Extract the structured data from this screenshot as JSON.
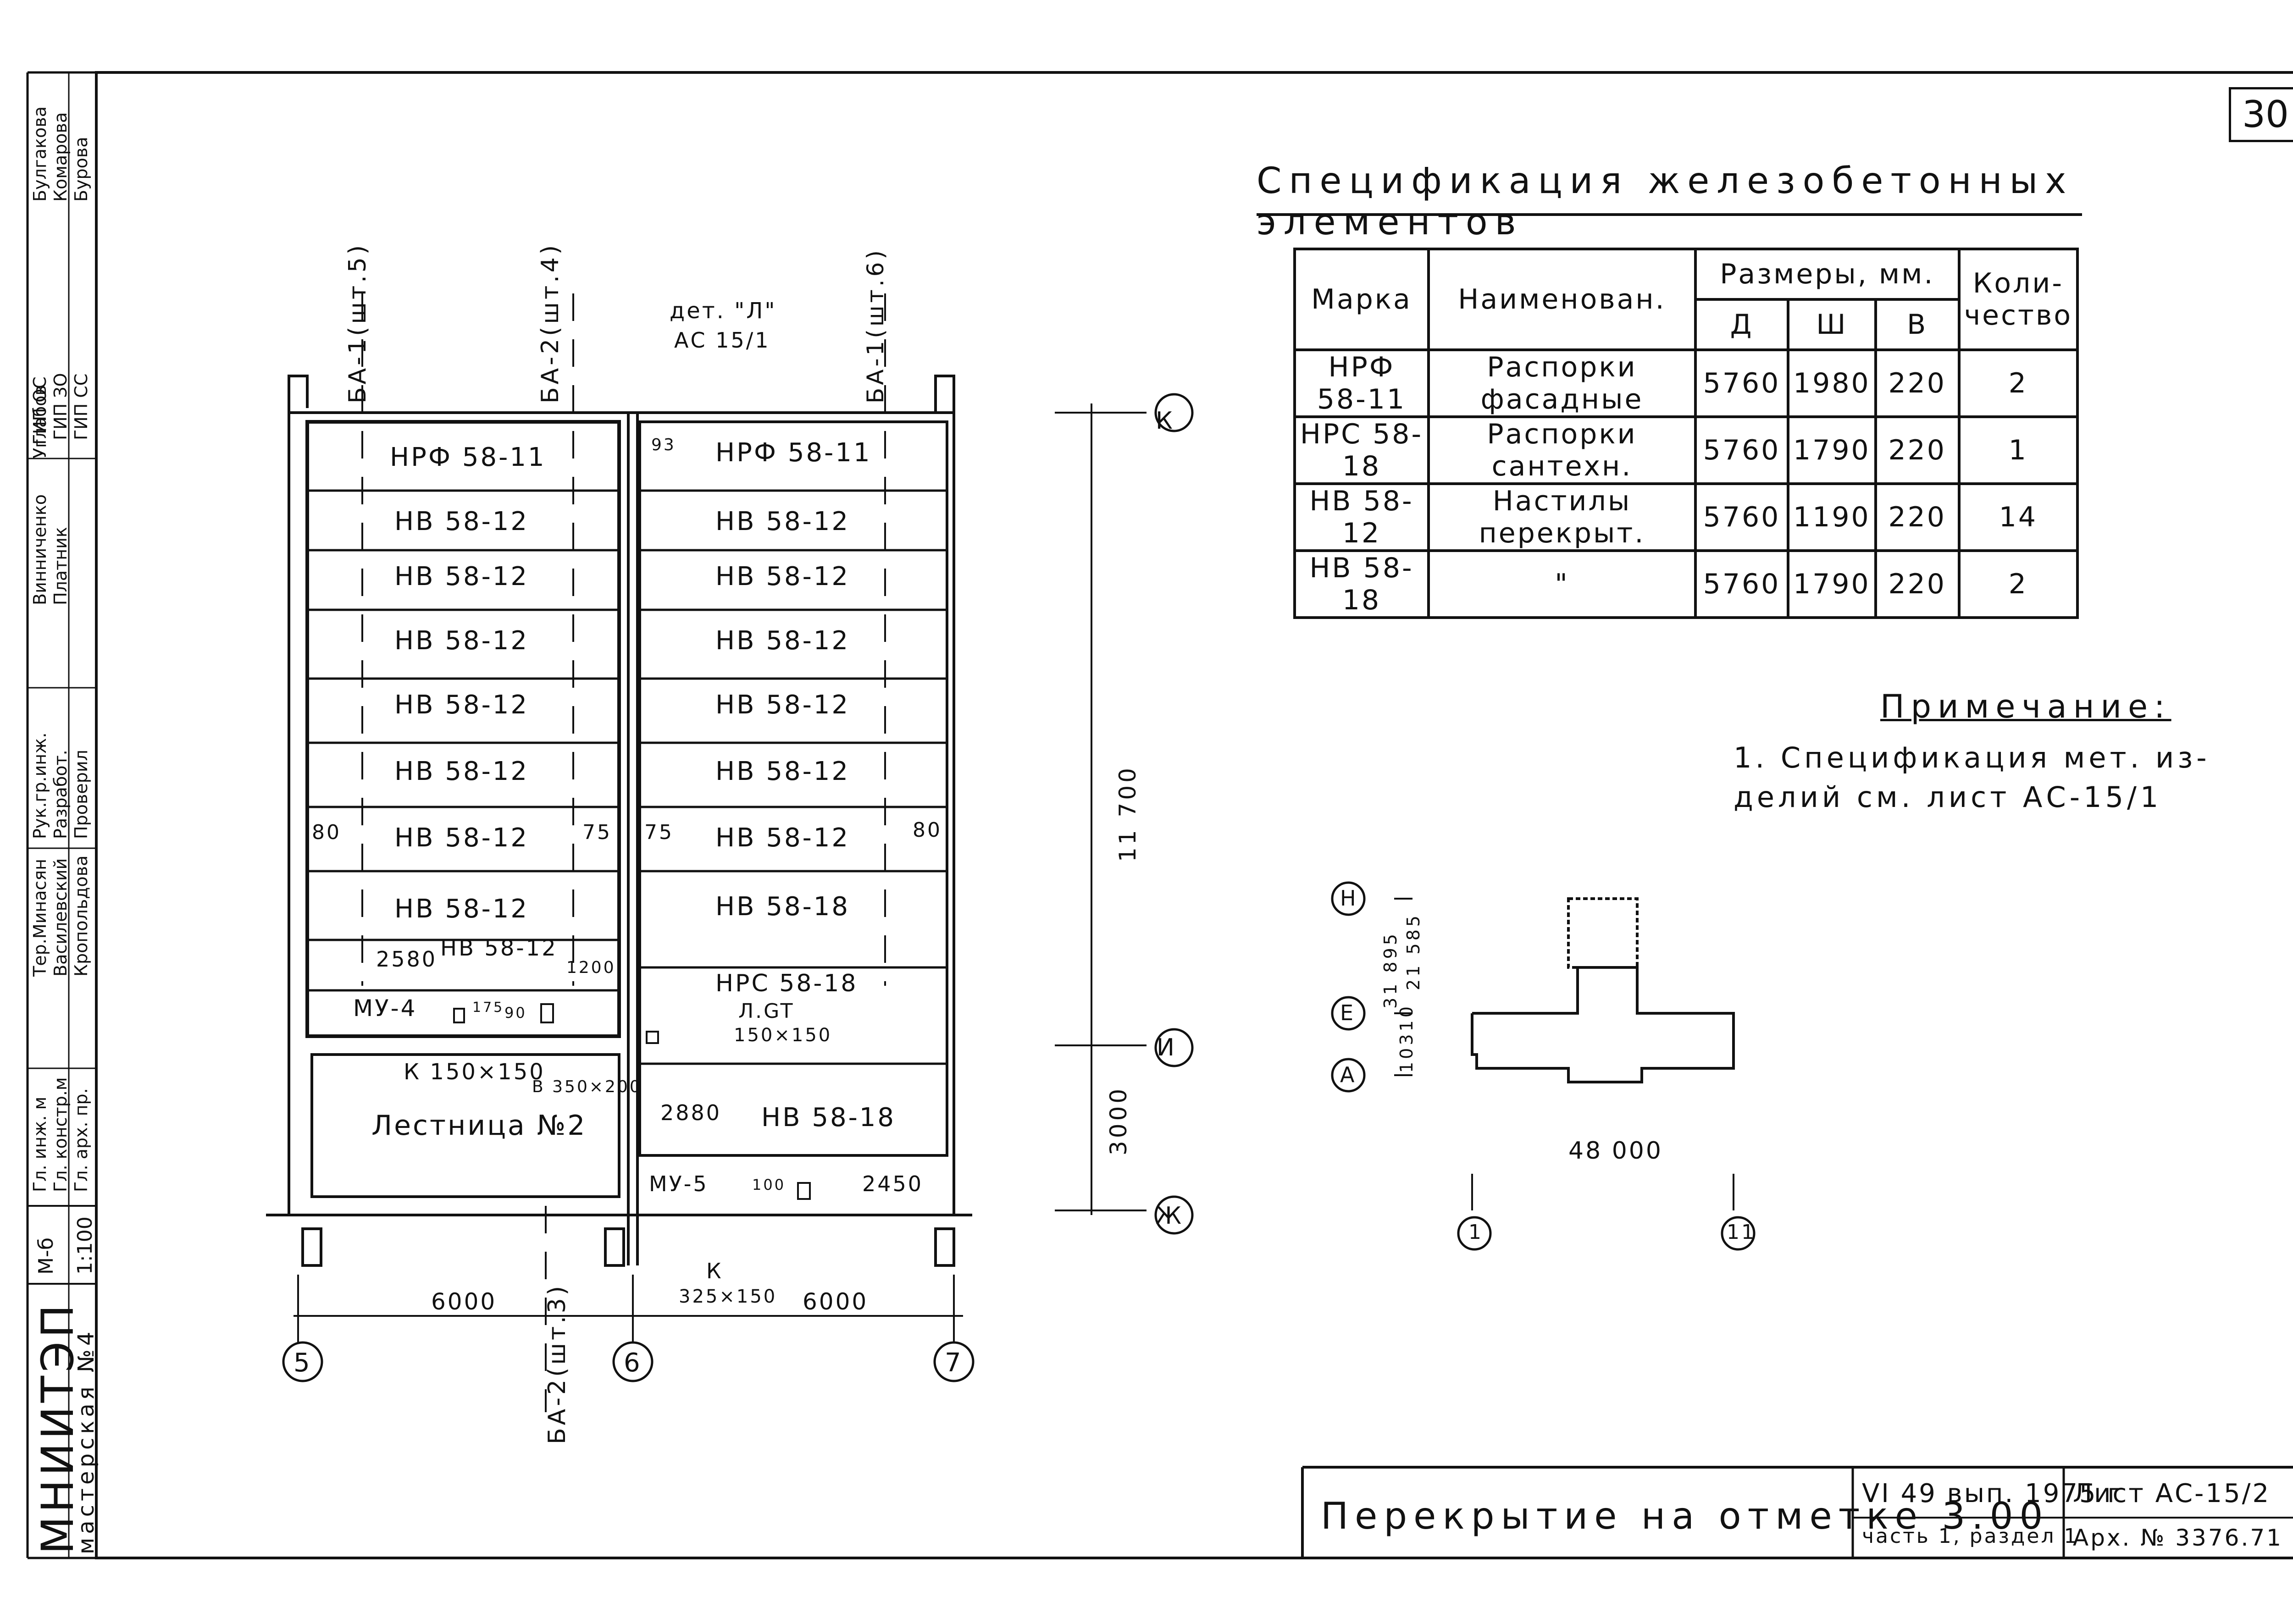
{
  "sheet_number": "30",
  "spec": {
    "title": "Спецификация железобетонных элементов",
    "headers": {
      "mark": "Марка",
      "name": "Наименован.",
      "sizes": "Размеры, мм.",
      "d": "Д",
      "sh": "Ш",
      "v": "В",
      "qty": "Коли- чество"
    },
    "rows": [
      {
        "mark": "НРФ 58-11",
        "name": "Распорки фасадные",
        "d": "5760",
        "sh": "1980",
        "v": "220",
        "qty": "2"
      },
      {
        "mark": "НРС 58-18",
        "name": "Распорки сантехн.",
        "d": "5760",
        "sh": "1790",
        "v": "220",
        "qty": "1"
      },
      {
        "mark": "НВ 58-12",
        "name": "Настилы перекрыт.",
        "d": "5760",
        "sh": "1190",
        "v": "220",
        "qty": "14"
      },
      {
        "mark": "НВ 58-18",
        "name": "\"",
        "d": "5760",
        "sh": "1790",
        "v": "220",
        "qty": "2"
      }
    ]
  },
  "note": {
    "title": "Примечание:",
    "text": "1. Спецификация мет. из- делий см. лист АС-15/1"
  },
  "plan": {
    "left_labels": [
      "НРФ 58-11",
      "НВ 58-12",
      "НВ 58-12",
      "НВ 58-12",
      "НВ 58-12",
      "НВ 58-12",
      "НВ 58-12",
      "НВ 58-12",
      "НВ 58-12"
    ],
    "right_labels": [
      "НРФ 58-11",
      "НВ 58-12",
      "НВ 58-12",
      "НВ 58-12",
      "НВ 58-12",
      "НВ 58-12",
      "НВ 58-12",
      "НВ 58-18",
      "НРС 58-18",
      "НВ 58-18"
    ],
    "ba1_left": "БА-1(шт.5)",
    "ba2_mid": "БА-2(шт.4)",
    "ba1_right": "БА-1(шт.6)",
    "ba2_bottom": "БА-2(шт.3)",
    "det": "дет. \"Л\"",
    "det_ref": "АС 15/1",
    "dim_93": "93",
    "dim_80a": "80",
    "dim_75a": "75",
    "dim_75b": "75",
    "dim_80b": "80",
    "dim_2580": "2580",
    "dim_1200": "1200",
    "mu4": "МУ-4",
    "dim_175": "175",
    "dim_90": "90",
    "k150": "К 150×150",
    "v350": "В 350×200",
    "stair": "Лестница №2",
    "l_gt": "Л.GT",
    "l_gt_size": "150×150",
    "dim_2880": "2880",
    "mu5": "МУ-5",
    "dim_100": "100",
    "dim_2450": "2450",
    "dim_6000a": "6000",
    "dim_6000b": "6000",
    "k_label": "К",
    "k_size": "325×150",
    "dim_11700": "11 700",
    "dim_3000": "3000",
    "axis_k": "К",
    "axis_i": "И",
    "axis_zh": "Ж",
    "axis_5": "5",
    "axis_6": "6",
    "axis_7": "7"
  },
  "key_plan": {
    "axis_n": "Н",
    "axis_e": "Е",
    "axis_a": "А",
    "dim_31895": "31 895",
    "dim_21585": "21 585",
    "dim_10310": "10310",
    "dim_48000": "48 000",
    "axis_1": "1",
    "axis_11": "11"
  },
  "title_block": {
    "title": "Перекрытие на отметке 3.00",
    "series": "VI 49 вып. 1975 г",
    "part": "часть 1, раздел 1",
    "sheet": "Лист АС-15/2",
    "arch": "Арх. № 3376.71"
  },
  "side_block": {
    "org": "МНИИТЭП",
    "workshop": "мастерская №4",
    "scale_label": "М-б",
    "scale": "1:100",
    "roles": [
      "Гл. инж. м",
      "Гл. констр.м",
      "Гл. арх. пр.",
      "Тер.Минасян",
      "Василевский",
      "Кропольдова",
      "Рук.гр.инж.",
      "Разработ.",
      "Проверил",
      "Винниченко",
      "Платник",
      "Углабов",
      "ГИП ОС",
      "ГИП ЗО",
      "ГИП СС",
      "Булгакова",
      "Комарова",
      "Бурова"
    ]
  }
}
